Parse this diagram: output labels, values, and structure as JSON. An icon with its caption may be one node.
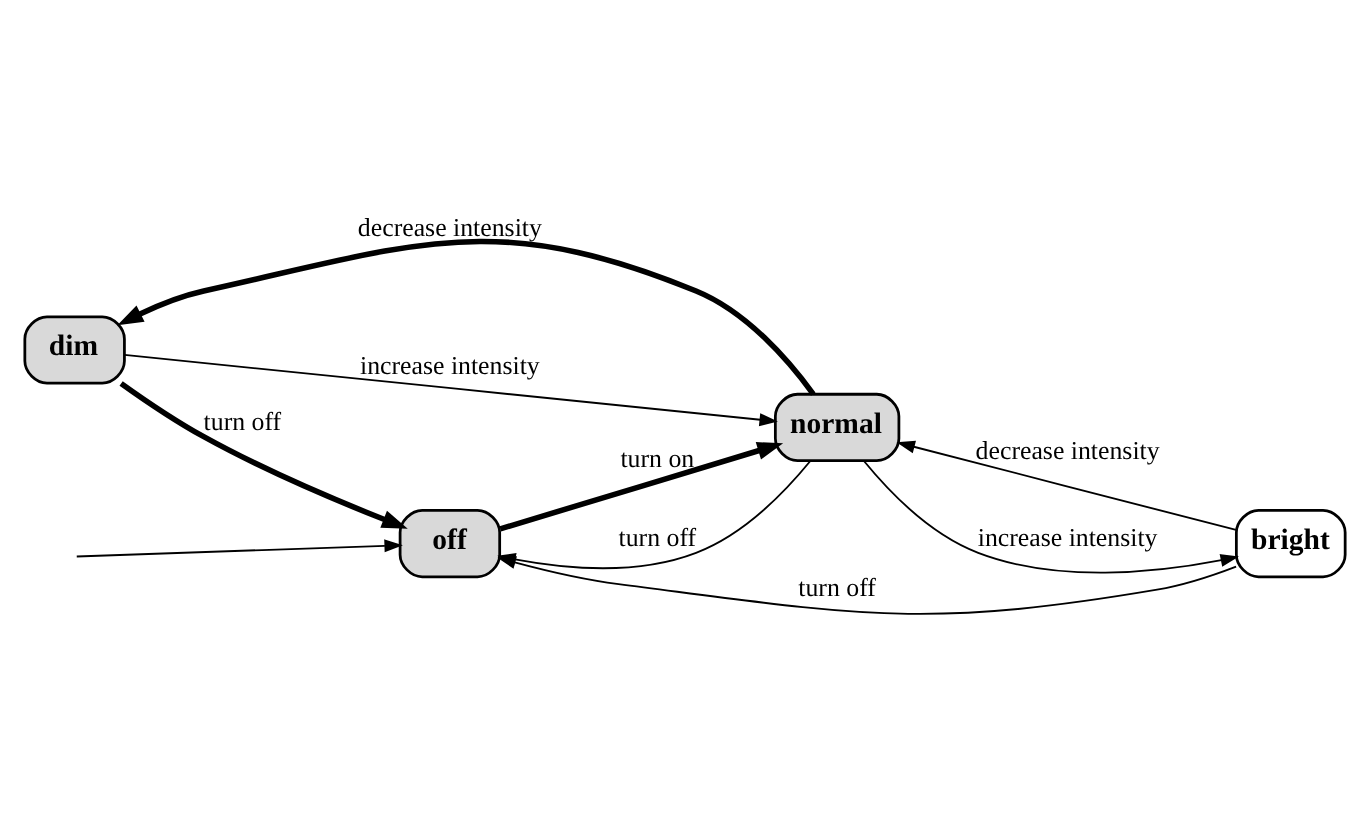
{
  "diagram": {
    "nodes": [
      {
        "text": [
          "dim"
        ]
      },
      {
        "text": [
          "off"
        ]
      },
      {
        "text": [
          "normal"
        ]
      },
      {
        "text": [
          "bright"
        ]
      }
    ],
    "edges": [
      {
        "from": 0,
        "to": 1,
        "arrow": "to",
        "label": "turn off",
        "style": "thick"
      },
      {
        "from": 2,
        "to": 0,
        "arrow": "to",
        "label": "decrease intensity",
        "style": "thick"
      },
      {
        "from": 0,
        "to": 2,
        "arrow": "to",
        "label": "increase intensity"
      },
      {
        "from": 2,
        "to": 1,
        "arrow": "to",
        "label": "turn off"
      },
      {
        "from": null,
        "to": 1,
        "arrow": "to"
      },
      {
        "from": 1,
        "to": 2,
        "arrow": "to",
        "label": "turn on",
        "style": "thick"
      },
      {
        "from": 3,
        "to": 2,
        "arrow": "to",
        "label": "decrease intensity"
      },
      {
        "from": 2,
        "to": 3,
        "arrow": "to",
        "label": "increase intensity"
      },
      {
        "from": 3,
        "to": 1,
        "arrow": "to",
        "label": "turn off"
      }
    ]
  }
}
